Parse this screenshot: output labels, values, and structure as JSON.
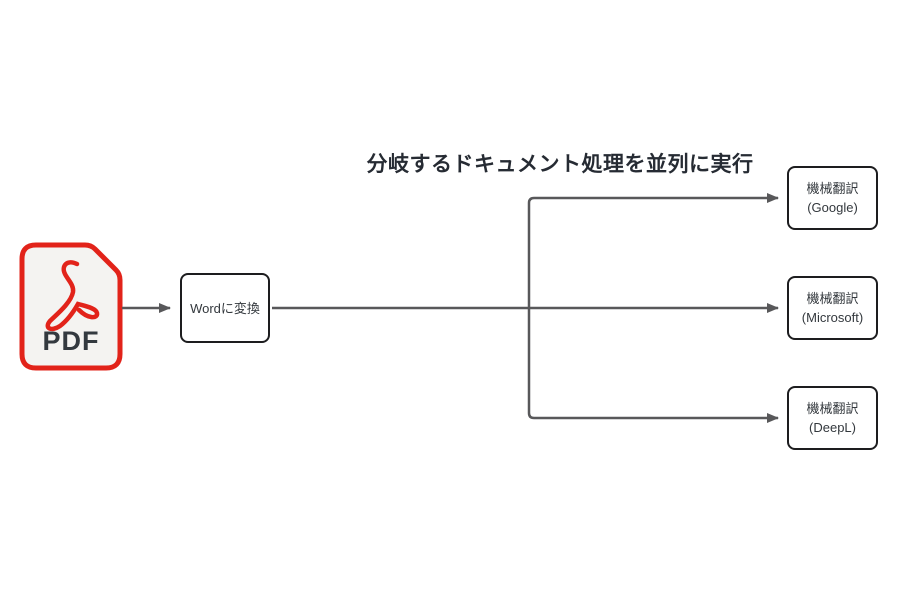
{
  "title": "分岐するドキュメント処理を並列に実行",
  "pdf_icon": {
    "label": "PDF",
    "brand_red": "#e2231a",
    "paper_fill": "#f4f3f1"
  },
  "nodes": {
    "convert": {
      "label": "Wordに変換"
    },
    "targets": [
      {
        "line1": "機械翻訳",
        "line2": "(Google)"
      },
      {
        "line1": "機械翻訳",
        "line2": "(Microsoft)"
      },
      {
        "line1": "機械翻訳",
        "line2": "(DeepL)"
      }
    ]
  },
  "colors": {
    "connector": "#58585a",
    "node_border": "#1d1d1f",
    "node_fill": "#ffffff",
    "text": "#33383d",
    "title_text": "#262b33",
    "background": "#ffffff"
  }
}
